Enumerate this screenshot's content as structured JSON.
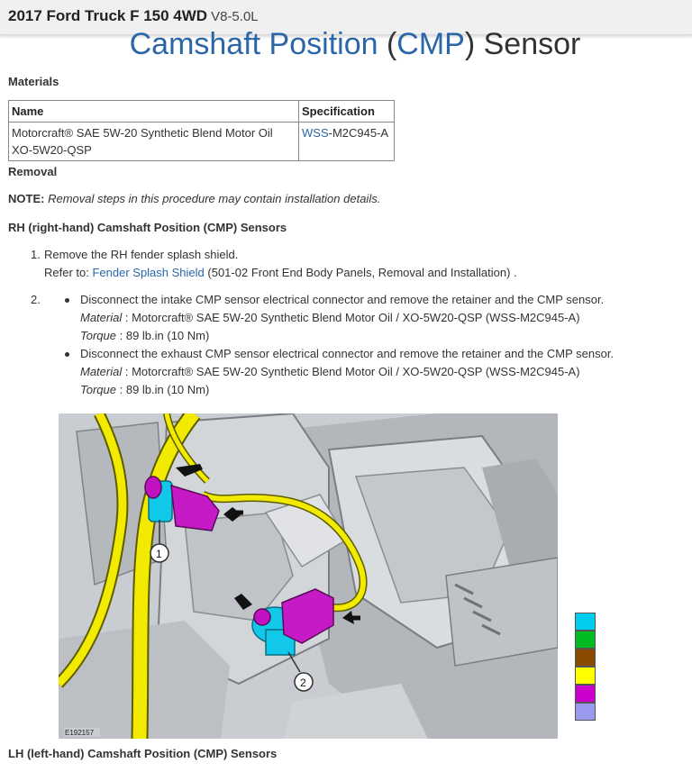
{
  "header": {
    "vehicle": "2017 Ford Truck F 150 4WD",
    "engine": "V8-5.0L"
  },
  "title": {
    "part1": "Camshaft Position",
    "open": " (",
    "part2": "CMP",
    "close": ")",
    "part3": " Sensor"
  },
  "materials": {
    "heading": "Materials",
    "columns": [
      "Name",
      "Specification"
    ],
    "rows": [
      {
        "name_line1": "Motorcraft® SAE 5W-20 Synthetic Blend Motor Oil",
        "name_line2": "XO-5W20-QSP",
        "spec_link": "WSS",
        "spec_rest": "-M2C945-A"
      }
    ]
  },
  "removal": {
    "heading": "Removal"
  },
  "note": {
    "label": "NOTE:",
    "text": "Removal steps in this procedure may contain installation details."
  },
  "rh_section": {
    "heading": "RH (right-hand) Camshaft Position (CMP) Sensors"
  },
  "steps": {
    "step1": {
      "num": "1.",
      "text": "Remove the RH fender splash shield.",
      "refer_prefix": "Refer to: ",
      "refer_link": "Fender Splash Shield",
      "refer_suffix": " (501-02 Front End Body Panels, Removal and Installation) ."
    },
    "step2": {
      "num": "2.",
      "bullets": [
        {
          "text": "Disconnect the intake CMP sensor electrical connector and remove the retainer and the CMP sensor.",
          "material_label": "Material",
          "material_value": " : Motorcraft® SAE 5W-20 Synthetic Blend Motor Oil / XO-5W20-QSP (WSS-M2C945-A)",
          "torque_label": "Torque",
          "torque_value": " : 89 lb.in (10 Nm)"
        },
        {
          "text": "Disconnect the exhaust CMP sensor electrical connector and remove the retainer and the CMP sensor.",
          "material_label": "Material",
          "material_value": " : Motorcraft® SAE 5W-20 Synthetic Blend Motor Oil / XO-5W20-QSP (WSS-M2C945-A)",
          "torque_label": "Torque",
          "torque_value": " : 89 lb.in (10 Nm)"
        }
      ]
    }
  },
  "figure": {
    "id": "E192157",
    "callout1": "1",
    "callout2": "2"
  },
  "legend": {
    "colors": [
      "#00ccee",
      "#00bb22",
      "#8a4a00",
      "#ffff00",
      "#cc00cc",
      "#9999ee"
    ]
  },
  "lh_section": {
    "heading": "LH (left-hand) Camshaft Position (CMP) Sensors"
  }
}
